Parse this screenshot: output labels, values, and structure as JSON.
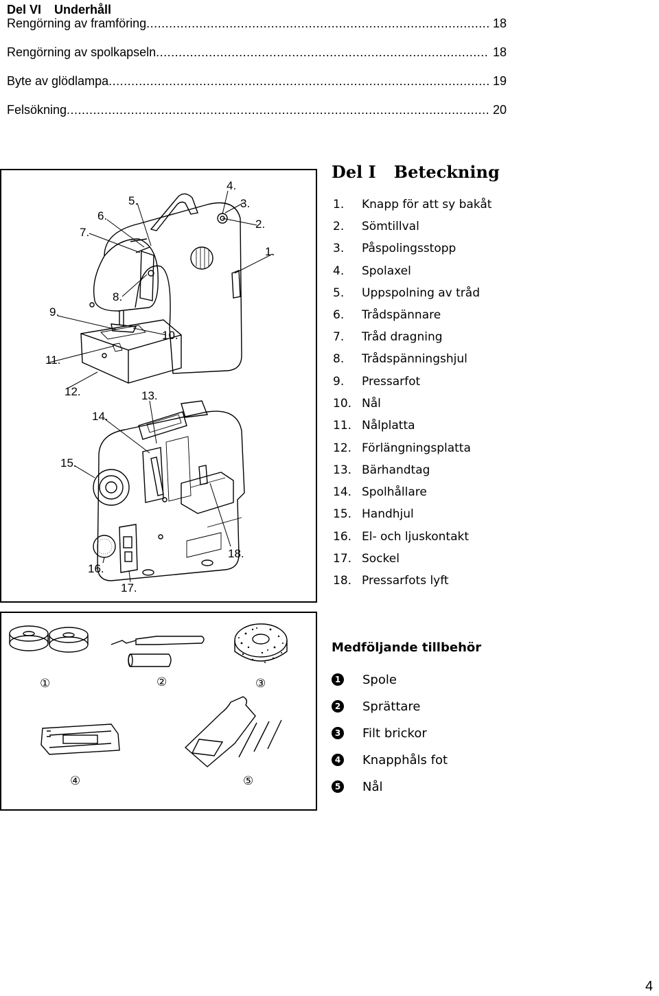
{
  "toc": {
    "part": "Del VI",
    "section": "Underhåll",
    "entries": [
      {
        "title": "Rengörning av framföring",
        "page": "18"
      },
      {
        "title": "Rengörning av spolkapseln",
        "page": "18"
      },
      {
        "title": "Byte av glödlampa",
        "page": "19"
      },
      {
        "title": "Felsökning",
        "page": "20"
      }
    ]
  },
  "legend": {
    "part": "Del I",
    "title": "Beteckning",
    "items": [
      {
        "num": "1.",
        "label": "Knapp för att sy bakåt"
      },
      {
        "num": "2.",
        "label": "Sömtillval"
      },
      {
        "num": "3.",
        "label": "Påspolingsstopp"
      },
      {
        "num": "4.",
        "label": "Spolaxel"
      },
      {
        "num": "5.",
        "label": "Uppspolning av tråd"
      },
      {
        "num": "6.",
        "label": "Trådspännare"
      },
      {
        "num": "7.",
        "label": "Tråd dragning"
      },
      {
        "num": "8.",
        "label": "Trådspänningshjul"
      },
      {
        "num": "9.",
        "label": "Pressarfot"
      },
      {
        "num": "10.",
        "label": "Nål"
      },
      {
        "num": "11.",
        "label": "Nålplatta"
      },
      {
        "num": "12.",
        "label": "Förlängningsplatta"
      },
      {
        "num": "13.",
        "label": "Bärhandtag"
      },
      {
        "num": "14.",
        "label": "Spolhållare"
      },
      {
        "num": "15.",
        "label": "Handhjul"
      },
      {
        "num": "16.",
        "label": "El- och ljuskontakt"
      },
      {
        "num": "17.",
        "label": "Sockel"
      },
      {
        "num": "18.",
        "label": "Pressarfots lyft"
      }
    ]
  },
  "diagram_labels": [
    "1.",
    "2.",
    "3.",
    "4.",
    "5.",
    "6.",
    "7.",
    "8.",
    "9.",
    "10.",
    "11.",
    "12.",
    "13.",
    "14.",
    "15.",
    "16.",
    "17.",
    "18."
  ],
  "accessories": {
    "title": "Medföljande tillbehör",
    "items": [
      {
        "mark": "❶",
        "label": "Spole"
      },
      {
        "mark": "❷",
        "label": "Sprättare"
      },
      {
        "mark": "❸",
        "label": "Filt brickor"
      },
      {
        "mark": "❹",
        "label": "Knapphåls fot"
      },
      {
        "mark": "❺",
        "label": "Nål"
      }
    ],
    "figure_marks": [
      "①",
      "②",
      "③",
      "④",
      "⑤"
    ]
  },
  "page_number": "4"
}
